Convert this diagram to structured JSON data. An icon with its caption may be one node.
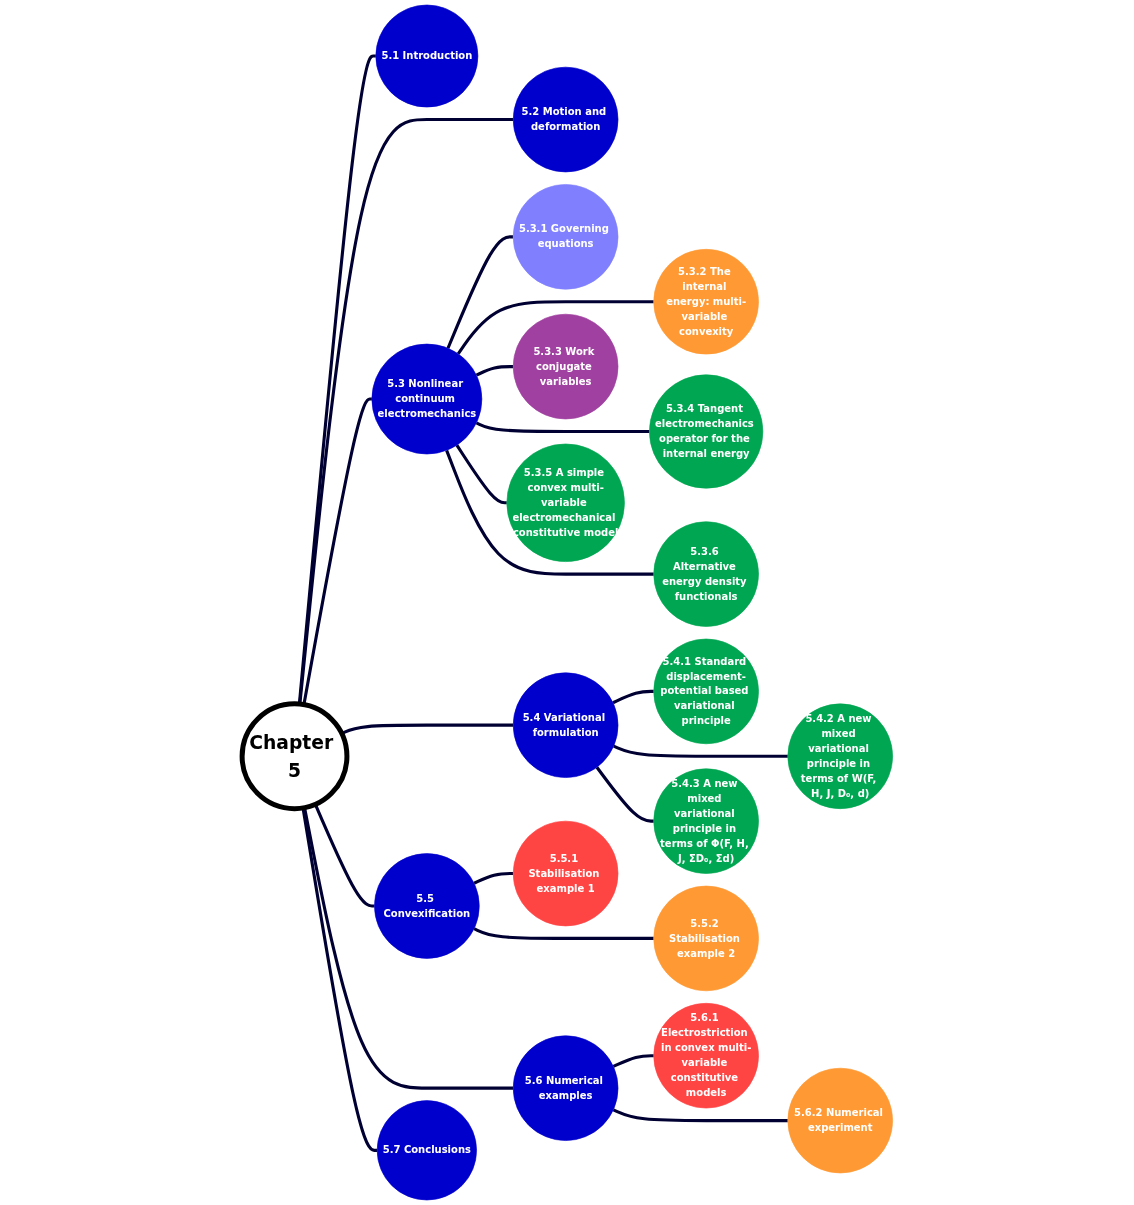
{
  "diagram": {
    "nodes": [
      {
        "text": [
          "Chapter 5"
        ]
      },
      {
        "text": [
          "5.1 Introduction"
        ]
      },
      {
        "text": [
          "5.2 Motion and deformation"
        ]
      },
      {
        "text": [
          "5.3 Nonlinear continuum electromechanics"
        ]
      },
      {
        "text": [
          "5.3.1 Governing equations"
        ]
      },
      {
        "text": [
          "5.3.2 The internal energy: multi-variable convexity"
        ]
      },
      {
        "text": [
          "5.3.3 Work conjugate variables"
        ]
      },
      {
        "text": [
          "5.3.4 Tangent electromechanics operator for the internal energy"
        ]
      },
      {
        "text": [
          "5.3.5 A simple convex multi-variable electromechanical constitutive model"
        ]
      },
      {
        "text": [
          "5.3.6 Alternative energy density functionals"
        ]
      },
      {
        "text": [
          "5.4 Variational formulation"
        ]
      },
      {
        "text": [
          "5.4.1 Standard displacement-potential based variational principle"
        ]
      },
      {
        "text": [
          "5.4.2 A new mixed variational principle in terms of W(F, H, J, D₀, d)"
        ]
      },
      {
        "text": [
          "5.4.3 A new mixed variational principle in terms of Φ(F, H, J, ΣD₀, Σd)"
        ]
      },
      {
        "text": [
          "5.5 Convexification"
        ]
      },
      {
        "text": [
          "5.5.1 Stabilisation example 1"
        ]
      },
      {
        "text": [
          "5.5.2 Stabilisation example 2"
        ]
      },
      {
        "text": [
          "5.6 Numerical examples"
        ]
      },
      {
        "text": [
          "5.6.1 Electrostriction in convex multi-variable constitutive models"
        ]
      },
      {
        "text": [
          "5.6.2 Numerical experiment"
        ]
      },
      {
        "text": [
          "5.7 Conclusions"
        ]
      }
    ],
    "edges": [
      {
        "from": 0,
        "to": 1,
        "arrow": "none"
      },
      {
        "from": 0,
        "to": 2,
        "arrow": "none"
      },
      {
        "from": 0,
        "to": 3,
        "arrow": "none"
      },
      {
        "from": 3,
        "to": 4,
        "arrow": "none"
      },
      {
        "from": 3,
        "to": 5,
        "arrow": "none"
      },
      {
        "from": 3,
        "to": 6,
        "arrow": "none"
      },
      {
        "from": 3,
        "to": 7,
        "arrow": "none"
      },
      {
        "from": 3,
        "to": 8,
        "arrow": "none"
      },
      {
        "from": 3,
        "to": 9,
        "arrow": "none"
      },
      {
        "from": 0,
        "to": 10,
        "arrow": "none"
      },
      {
        "from": 10,
        "to": 11,
        "arrow": "none"
      },
      {
        "from": 10,
        "to": 12,
        "arrow": "none"
      },
      {
        "from": 10,
        "to": 13,
        "arrow": "none"
      },
      {
        "from": 0,
        "to": 14,
        "arrow": "none"
      },
      {
        "from": 14,
        "to": 15,
        "arrow": "none"
      },
      {
        "from": 14,
        "to": 16,
        "arrow": "none"
      },
      {
        "from": 0,
        "to": 17,
        "arrow": "none"
      },
      {
        "from": 17,
        "to": 18,
        "arrow": "none"
      },
      {
        "from": 17,
        "to": 19,
        "arrow": "none"
      },
      {
        "from": 0,
        "to": 20,
        "arrow": "none"
      }
    ]
  }
}
